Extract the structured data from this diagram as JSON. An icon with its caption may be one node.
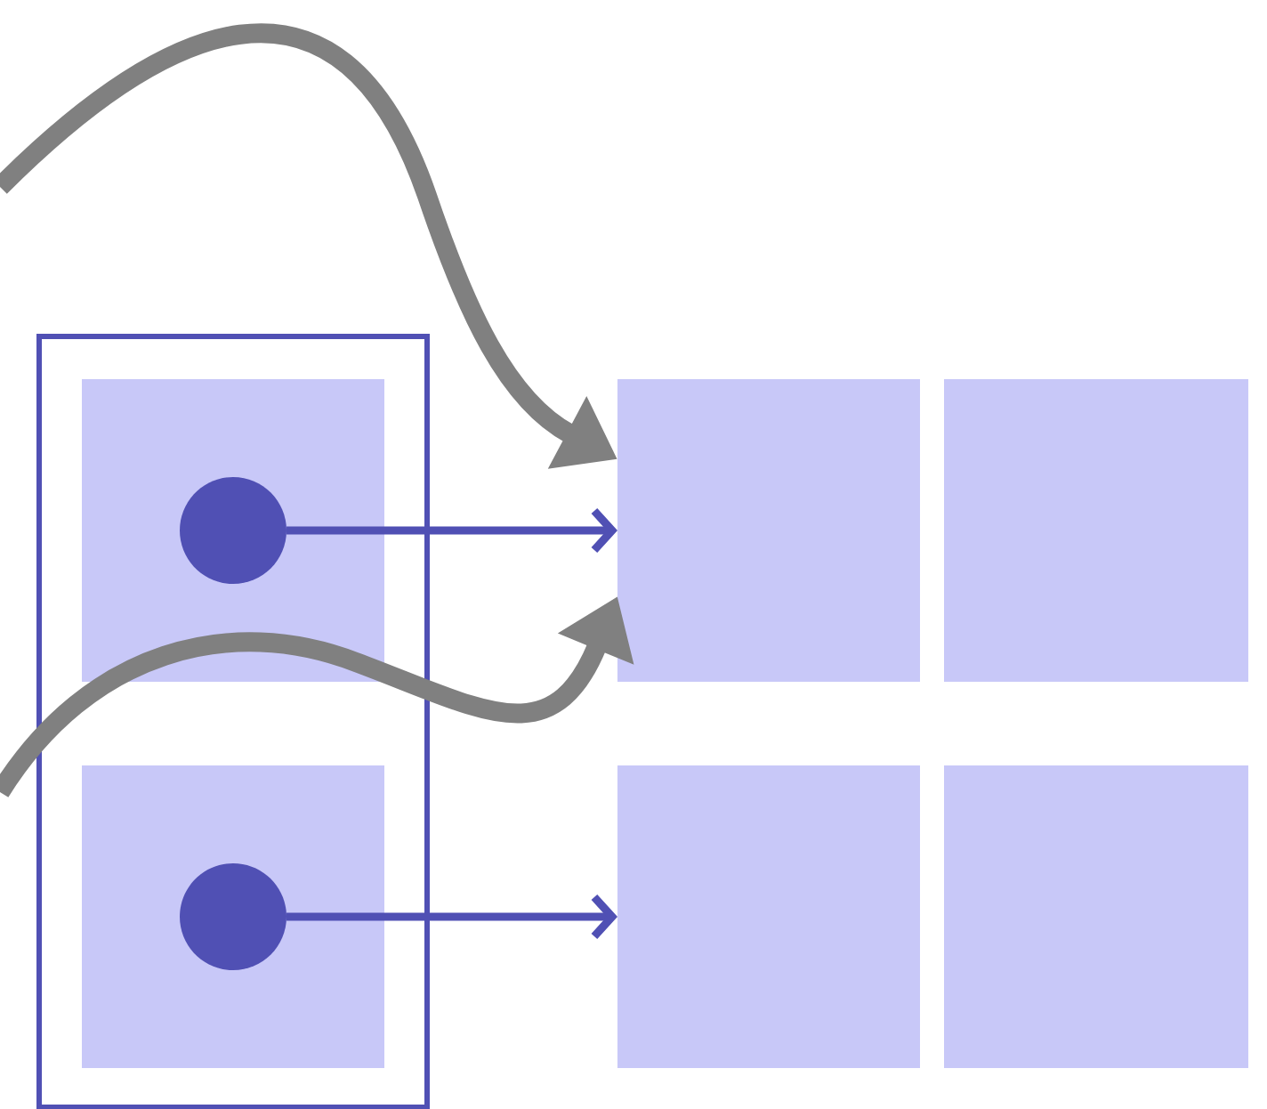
{
  "diagram": {
    "nodes": [
      {
        "text": [],
        "shape": "box"
      },
      {
        "text": [],
        "shape": "box",
        "in": 0
      },
      {
        "text": [],
        "shape": "circle",
        "in": 1
      },
      {
        "text": [],
        "shape": "box",
        "in": 0
      },
      {
        "text": [],
        "shape": "circle",
        "in": 3
      },
      {
        "text": [],
        "shape": "box"
      },
      {
        "text": [],
        "shape": "box"
      },
      {
        "text": [],
        "shape": "box"
      },
      {
        "text": [],
        "shape": "box"
      }
    ],
    "edges": [
      {
        "from": 2,
        "to": 5,
        "arrow": "to",
        "color": "#5050b4"
      },
      {
        "from": 4,
        "to": 7,
        "arrow": "to",
        "color": "#5050b4"
      },
      {
        "from": null,
        "to": 5,
        "arrow": "to",
        "style": "thick",
        "color": "#808080"
      },
      {
        "from": null,
        "to": 5,
        "arrow": "to",
        "style": "thick",
        "color": "#808080"
      }
    ]
  }
}
